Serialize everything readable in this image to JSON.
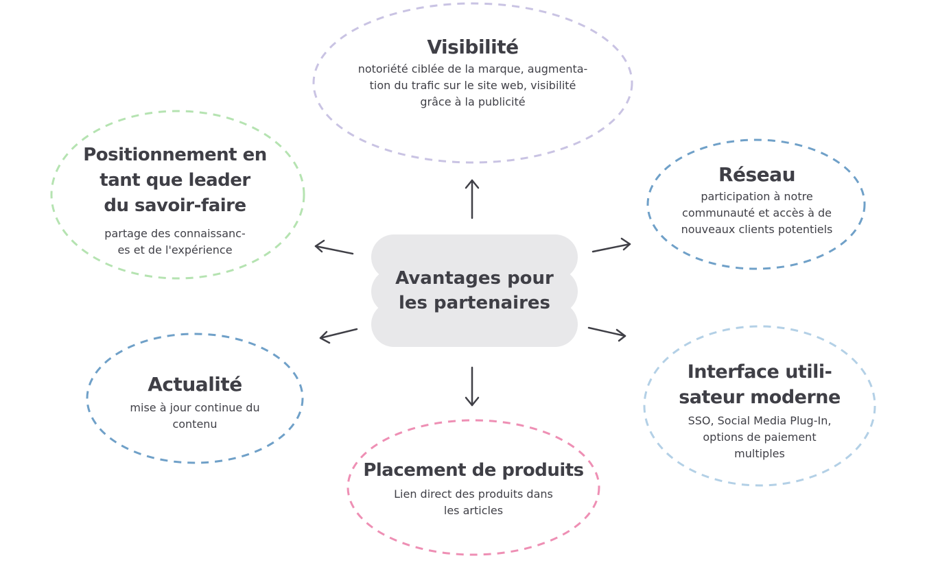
{
  "center": {
    "title": "Avantages pour\nles partenaires"
  },
  "nodes": {
    "visibilite": {
      "title": "Visibilité",
      "desc": "notoriété ciblée de la marque, augmenta-\ntion du trafic sur le site web, visibilité\ngrâce à la publicité",
      "color": "#c9c3e3"
    },
    "positionnement": {
      "title": "Positionnement en\ntant que leader\ndu savoir-faire",
      "desc": "partage des connaissanc-\nes et de l'expérience",
      "color": "#b5e3b1"
    },
    "reseau": {
      "title": "Réseau",
      "desc": "participation à notre\ncommunauté et accès à de\nnouveaux clients potentiels",
      "color": "#6fa0c8"
    },
    "actualite": {
      "title": "Actualité",
      "desc": "mise à jour continue du\ncontenu",
      "color": "#6fa0c8"
    },
    "interface": {
      "title": "Interface utili-\nsateur moderne",
      "desc": "SSO, Social Media Plug-In,\noptions de paiement\nmultiples",
      "color": "#b3d0e6"
    },
    "placement": {
      "title": "Placement de produits",
      "desc": "Lien direct des produits dans\nles articles",
      "color": "#ee8fb4"
    }
  },
  "colors": {
    "center_fill": "#e8e8ea",
    "arrow": "#3f3f46",
    "text": "#3f3f46"
  }
}
